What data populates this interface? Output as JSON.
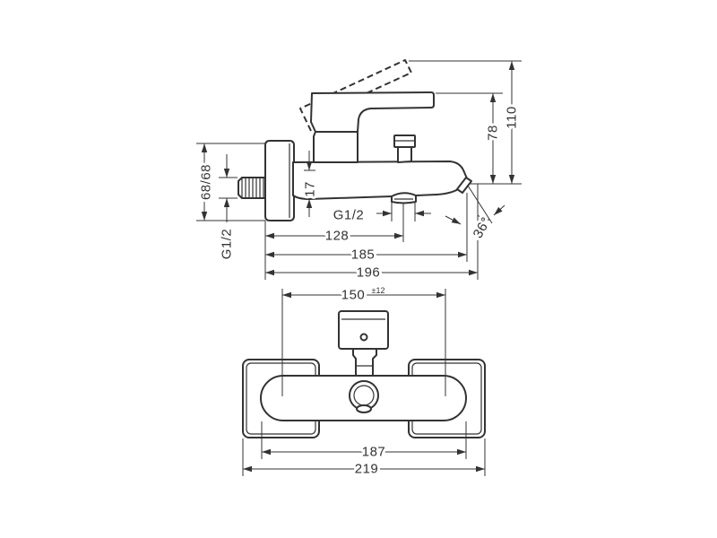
{
  "side_view": {
    "height_lever_raised": "110",
    "height_lever": "78",
    "wall_connection": "68/68",
    "inlet_thread": "G1/2",
    "offset": "17",
    "outlet_thread": "G1/2",
    "spout_angle": "36°",
    "length_outlet": "128",
    "length_spout": "185",
    "length_overall": "196"
  },
  "plan_view": {
    "centre_distance": "150",
    "centre_tolerance": "±12",
    "body_width": "187",
    "overall_width": "219"
  },
  "colors": {
    "line": "#333333",
    "background": "#ffffff"
  }
}
